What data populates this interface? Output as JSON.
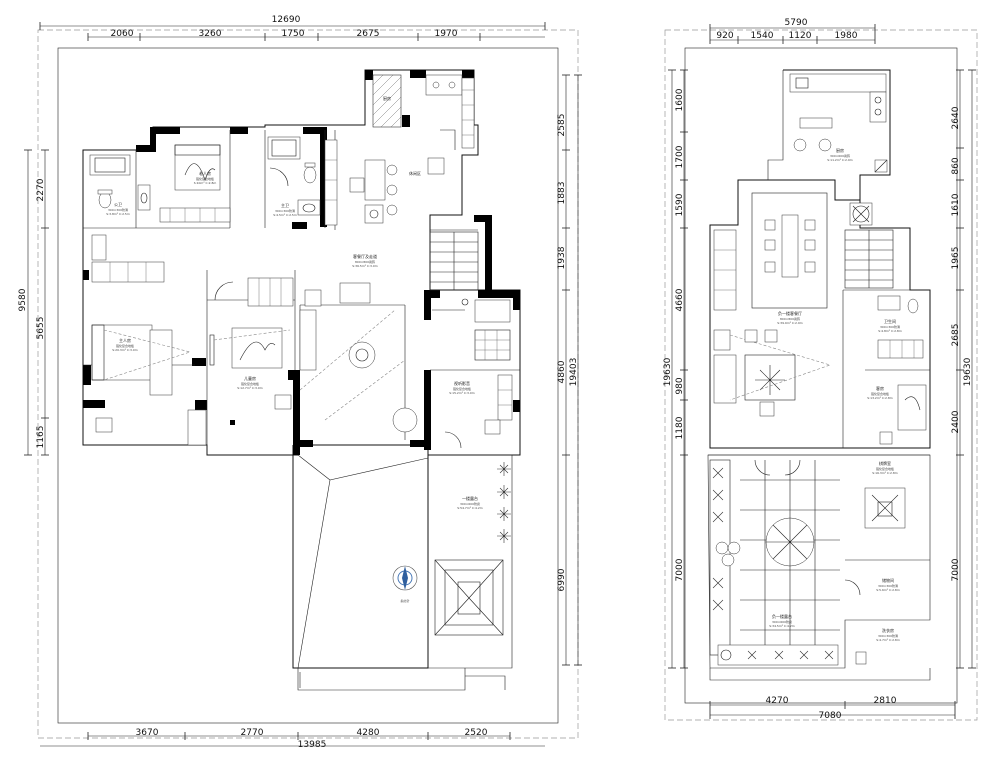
{
  "plan_left": {
    "dims_top_total": "12690",
    "dims_top": [
      "2060",
      "3260",
      "1750",
      "2675",
      "1970"
    ],
    "dims_bottom_total": "13985",
    "dims_bottom": [
      "3670",
      "2770",
      "4280",
      "2520"
    ],
    "dims_left_total": "9580",
    "dims_left": [
      "2270",
      "5655",
      "1165"
    ],
    "dims_right_total": "19403",
    "dims_right": [
      "2585",
      "1883",
      "1938",
      "4860",
      "6990"
    ],
    "rooms": {
      "laoren": {
        "name": "老人房",
        "line1": "强化复合地板",
        "line2": "S:10m² C:2.8m"
      },
      "zhuwo": {
        "name": "主人房",
        "line1": "强化复合地板",
        "line2": "S:20.3m² C:3.0m"
      },
      "ertong": {
        "name": "儿童房",
        "line1": "强化复合地板",
        "line2": "S:12.7m² C:3.0m"
      },
      "keting": {
        "name": "客餐厅及走道",
        "line1": "800×800瓷砖",
        "line2": "S:36.5m² C:3.0m"
      },
      "chufang": {
        "name": "厨房"
      },
      "gongweiL": {
        "name": "公卫",
        "line1": "300×300防滑",
        "line2": "S:3.8m² C:2.5m"
      },
      "zhuwei": {
        "name": "主卫",
        "line1": "300×300防滑",
        "line2": "S:4.5m² C:2.5m"
      },
      "xiuxian": {
        "name": "休闲区"
      },
      "yinshi": {
        "name": "视听影音",
        "line1": "强化复合地板",
        "line2": "S:15.2m² C:3.0m"
      },
      "lutai": {
        "name": "一楼露台",
        "line1": "300×600防腐",
        "line2": "S:54.7m² C:4.2m"
      }
    },
    "compass": "指北针"
  },
  "plan_right": {
    "dims_top_total": "5790",
    "dims_top": [
      "920",
      "1540",
      "1120",
      "1980"
    ],
    "dims_bottom_total": "7080",
    "dims_bottom": [
      "4270",
      "2810"
    ],
    "dims_left_total": "19630",
    "dims_left": [
      "1600",
      "1700",
      "1590",
      "4660",
      "980",
      "1180",
      "7000"
    ],
    "dims_right_total": "19630",
    "dims_right": [
      "2640",
      "860",
      "1610",
      "1965",
      "2685",
      "2400",
      "7000"
    ],
    "rooms": {
      "chufang": {
        "name": "厨房",
        "line1": "300×600瓷砖",
        "line2": "S:11.2m² C:2.9m"
      },
      "canting": {
        "name": "负一楼客餐厅",
        "line1": "800×800瓷砖",
        "line2": "S:39.9m² C:2.9m"
      },
      "gongwei": {
        "name": "卫生间",
        "line1": "300×300防滑",
        "line2": "S:4.8m² C:2.8m"
      },
      "kefang": {
        "name": "客房",
        "line1": "强化复合地板",
        "line2": "S:13.2m² C:2.8m"
      },
      "yule": {
        "name": "棋牌室",
        "line1": "强化复合地板",
        "line2": "S:16.3m² C:2.8m"
      },
      "chucang": {
        "name": "储物间",
        "line1": "300×300防滑",
        "line2": "S:5.6m² C:2.8m"
      },
      "xiyi": {
        "name": "洗衣房",
        "line1": "300×300防滑",
        "line2": "S:4.7m² C:2.8m"
      },
      "lutai": {
        "name": "负一楼露台",
        "line1": "300×600防腐",
        "line2": "S:34.5m² C:4.2m"
      }
    }
  }
}
